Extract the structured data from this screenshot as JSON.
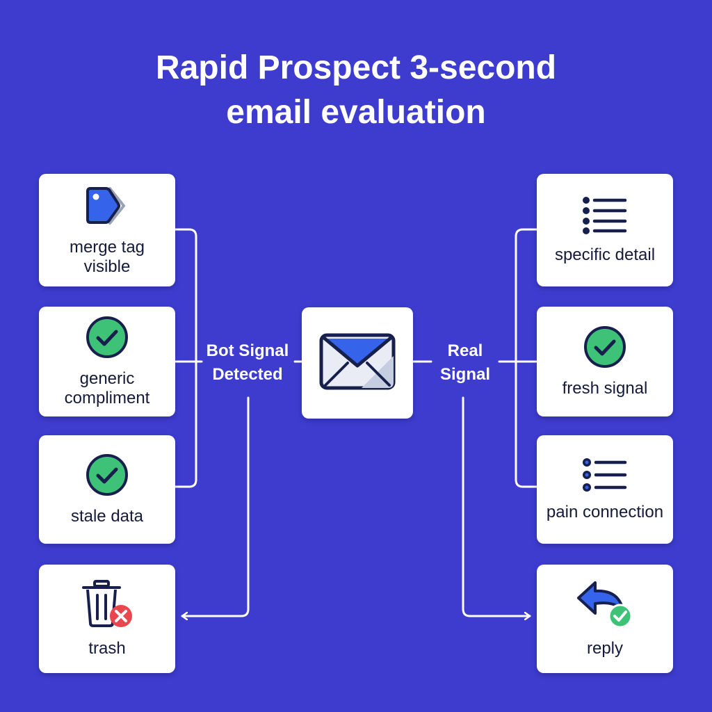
{
  "title": {
    "line1": "Rapid Prospect 3-second",
    "line2": "email evaluation"
  },
  "center": {
    "icon": "envelope-icon"
  },
  "left_branch": {
    "label": "Bot Signal Detected",
    "items": [
      {
        "label": "merge tag visible",
        "icon": "tag-icon"
      },
      {
        "label": "generic compliment",
        "icon": "check-circle-icon"
      },
      {
        "label": "stale data",
        "icon": "check-circle-icon"
      }
    ],
    "outcome": {
      "label": "trash",
      "icon": "trash-icon"
    }
  },
  "right_branch": {
    "label": "Real Signal",
    "items": [
      {
        "label": "specific detail",
        "icon": "list-icon"
      },
      {
        "label": "fresh signal",
        "icon": "check-circle-icon"
      },
      {
        "label": "pain connection",
        "icon": "list-icon"
      }
    ],
    "outcome": {
      "label": "reply",
      "icon": "reply-icon"
    }
  },
  "colors": {
    "background": "#3d3ccf",
    "card": "#ffffff",
    "text_dark": "#141a3a",
    "check_green": "#3ec277",
    "tag_blue": "#3563e9",
    "error_red": "#e9474f"
  }
}
